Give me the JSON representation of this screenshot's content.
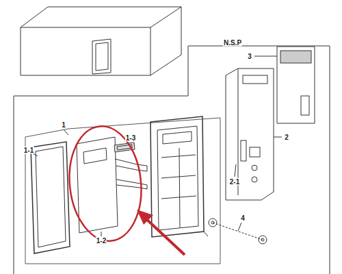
{
  "diagram": {
    "labels": [
      "N.S.P",
      "1",
      "1-1",
      "1-2",
      "1-3",
      "2",
      "2-1",
      "3",
      "4"
    ]
  }
}
